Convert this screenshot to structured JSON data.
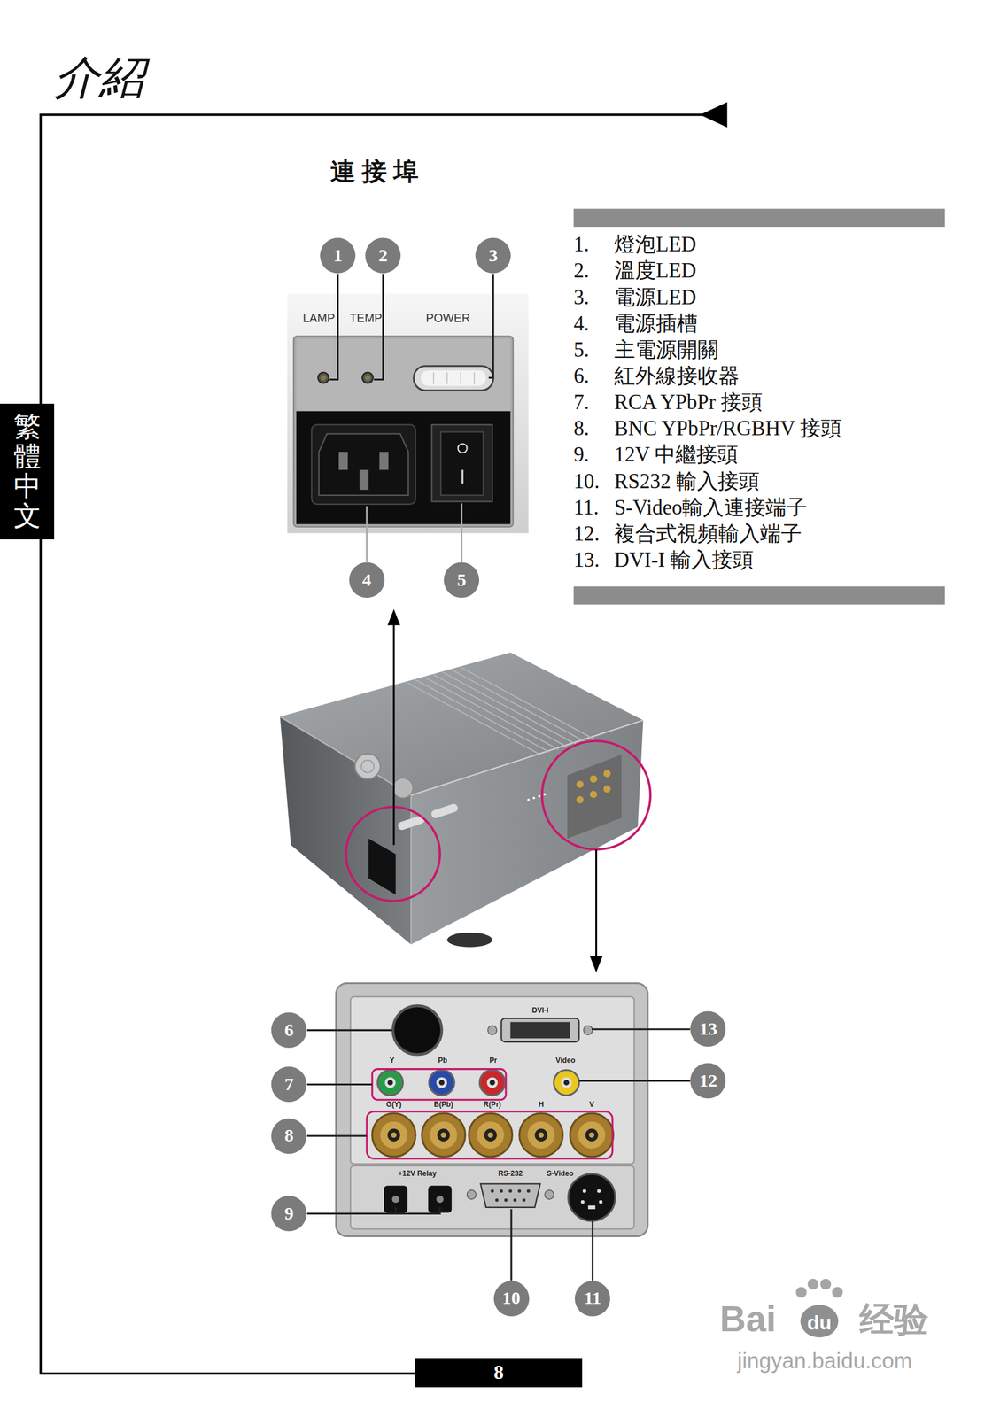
{
  "diagram": {
    "title": "介紹",
    "nodes": [
      {
        "text": [
          "1"
        ]
      },
      {
        "text": [
          "2"
        ]
      },
      {
        "text": [
          "3"
        ]
      },
      {
        "text": [
          "4"
        ]
      },
      {
        "text": [
          "5"
        ]
      },
      {
        "text": [
          "6"
        ]
      },
      {
        "text": [
          "7"
        ]
      },
      {
        "text": [
          "8"
        ]
      },
      {
        "text": [
          "9"
        ]
      },
      {
        "text": [
          "10"
        ]
      },
      {
        "text": [
          "11"
        ]
      },
      {
        "text": [
          "12"
        ]
      },
      {
        "text": [
          "13"
        ]
      },
      {
        "text": [
          "繁體中文"
        ]
      },
      {
        "text": [
          "8"
        ]
      }
    ],
    "labels": [
      "連接埠",
      "LAMP",
      "TEMP",
      "POWER",
      "1.",
      "燈泡LED",
      "2.",
      "溫度LED",
      "3.",
      "電源LED",
      "4.",
      "電源插槽",
      "5.",
      "主電源開關",
      "6.",
      "紅外線接收器",
      "7.",
      "RCA YPbPr 接頭",
      "8.",
      "BNC YPbPr/RGBHV 接頭",
      "9.",
      "12V 中繼接頭",
      "10.",
      "RS232 輸入接頭",
      "11.",
      "S-Video輸入連接端子",
      "12.",
      "複合式視頻輸入端子",
      "13.",
      "DVI-I 輸入接頭",
      "DVI-I",
      "Y",
      "Pb",
      "Pr",
      "Video",
      "G(Y)",
      "B(Pb)",
      "R(Pr)",
      "H",
      "V",
      "+12V Relay",
      "RS-232",
      "S-Video",
      "Bai",
      "du",
      "经验",
      "jingyan.baidu.com"
    ]
  }
}
